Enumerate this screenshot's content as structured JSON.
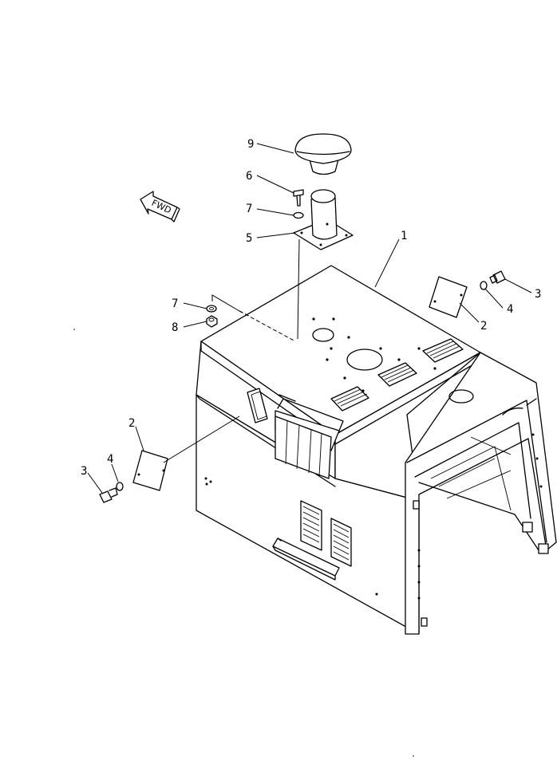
{
  "diagram": {
    "fwd_label": "FWD",
    "callouts": [
      {
        "id": "part-1",
        "label": "1"
      },
      {
        "id": "part-2-right",
        "label": "2"
      },
      {
        "id": "part-2-left",
        "label": "2"
      },
      {
        "id": "part-3-right",
        "label": "3"
      },
      {
        "id": "part-3-left",
        "label": "3"
      },
      {
        "id": "part-4-right",
        "label": "4"
      },
      {
        "id": "part-4-left",
        "label": "4"
      },
      {
        "id": "part-5",
        "label": "5"
      },
      {
        "id": "part-6",
        "label": "6"
      },
      {
        "id": "part-7-top",
        "label": "7"
      },
      {
        "id": "part-7-left",
        "label": "7"
      },
      {
        "id": "part-8",
        "label": "8"
      },
      {
        "id": "part-9",
        "label": "9"
      }
    ]
  }
}
